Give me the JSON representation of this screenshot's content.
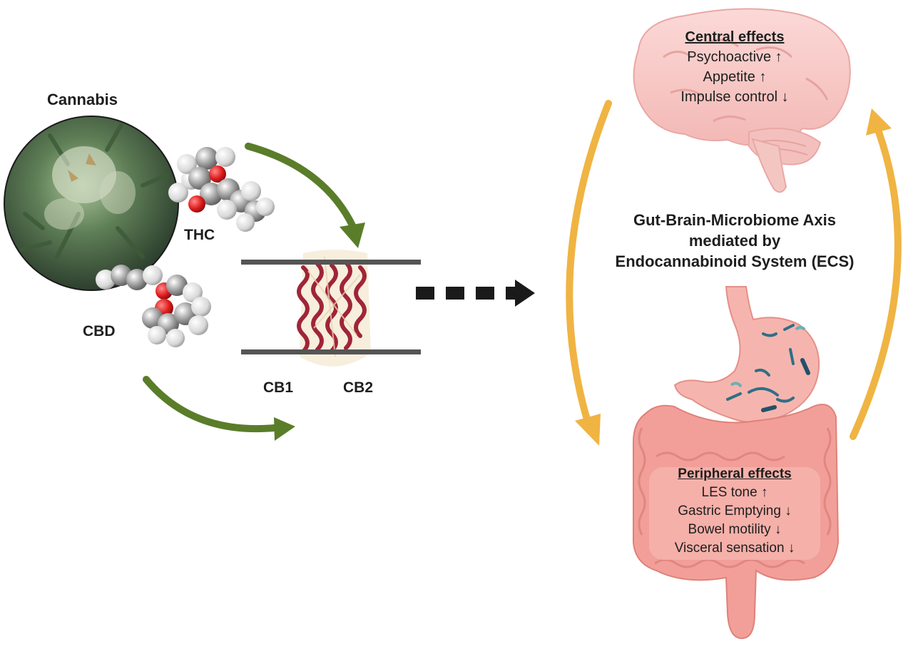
{
  "source": {
    "title": "Cannabis",
    "compounds": [
      "THC",
      "CBD"
    ]
  },
  "receptors": [
    "CB1",
    "CB2"
  ],
  "axis": {
    "lines": [
      "Gut-Brain-Microbiome Axis",
      "mediated by",
      "Endocannabinoid System (ECS)"
    ]
  },
  "central_effects": {
    "heading": "Central effects",
    "items": [
      "Psychoactive ↑",
      "Appetite ↑",
      "Impulse control ↓"
    ]
  },
  "peripheral_effects": {
    "heading": "Peripheral effects",
    "items": [
      "LES tone  ↑",
      "Gastric Emptying ↓",
      "Bowel motility ↓",
      "Visceral sensation ↓"
    ]
  },
  "colors": {
    "green_arrow": "#5a7d2a",
    "orange_arrow": "#f0b443",
    "dashed_arrow": "#1a1a1a",
    "receptor_red": "#9b1b2e",
    "membrane": "#555555",
    "brain": "#f6c6c6",
    "gut": "#f2a09a"
  }
}
